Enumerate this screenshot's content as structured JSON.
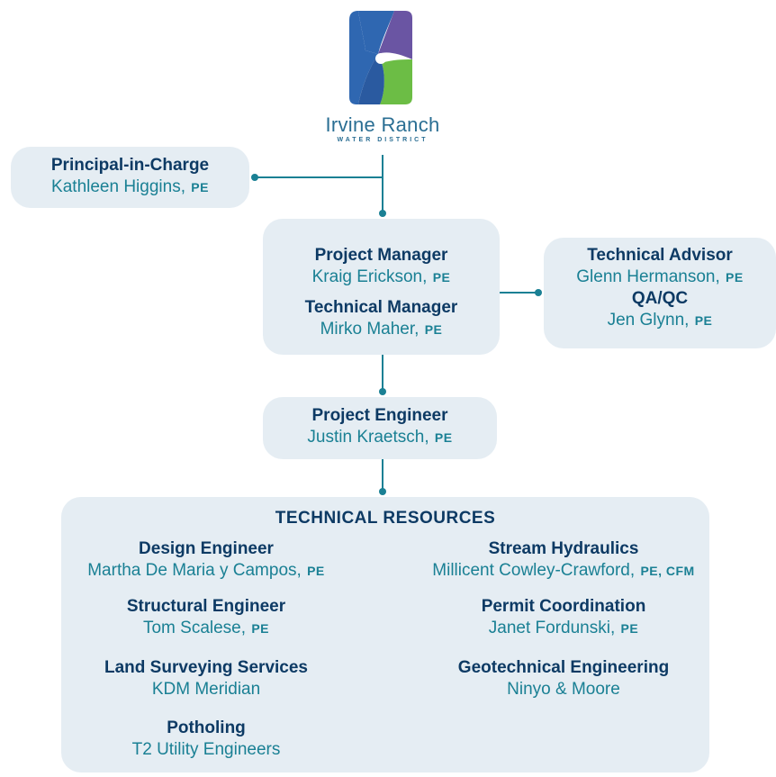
{
  "logo": {
    "name": "Irvine Ranch",
    "subtitle": "WATER DISTRICT",
    "colors": {
      "blue": "#2f67b1",
      "purple": "#6a55a3",
      "green": "#6cbd45"
    }
  },
  "principal": {
    "title": "Principal-in-Charge",
    "name": "Kathleen Higgins,",
    "cred": "PE"
  },
  "manager": {
    "title": "Project Manager",
    "name": "Kraig Erickson,",
    "cred": "PE",
    "title2": "Technical Manager",
    "name2": "Mirko Maher,",
    "cred2": "PE"
  },
  "advisor": {
    "title": "Technical Advisor",
    "name": "Glenn Hermanson,",
    "cred": "PE",
    "title2": "QA/QC",
    "name2": "Jen Glynn,",
    "cred2": "PE"
  },
  "engineer": {
    "title": "Project Engineer",
    "name": "Justin Kraetsch,",
    "cred": "PE"
  },
  "resources": {
    "heading": "TECHNICAL RESOURCES",
    "left": [
      {
        "title": "Design Engineer",
        "name": "Martha De Maria y Campos,",
        "cred": "PE"
      },
      {
        "title": "Structural Engineer",
        "name": "Tom Scalese,",
        "cred": "PE"
      },
      {
        "title": "Land Surveying Services",
        "name": "KDM Meridian",
        "cred": ""
      },
      {
        "title": "Potholing",
        "name": "T2 Utility Engineers",
        "cred": ""
      }
    ],
    "right": [
      {
        "title": "Stream Hydraulics",
        "name": "Millicent Cowley-Crawford,",
        "cred": "PE, CFM"
      },
      {
        "title": "Permit Coordination",
        "name": "Janet Fordunski,",
        "cred": "PE"
      },
      {
        "title": "Geotechnical Engineering",
        "name": "Ninyo & Moore",
        "cred": ""
      }
    ]
  },
  "colors": {
    "box": "#e5edf3",
    "title": "#0d3a64",
    "person": "#1a8094",
    "connector": "#1a8094"
  }
}
